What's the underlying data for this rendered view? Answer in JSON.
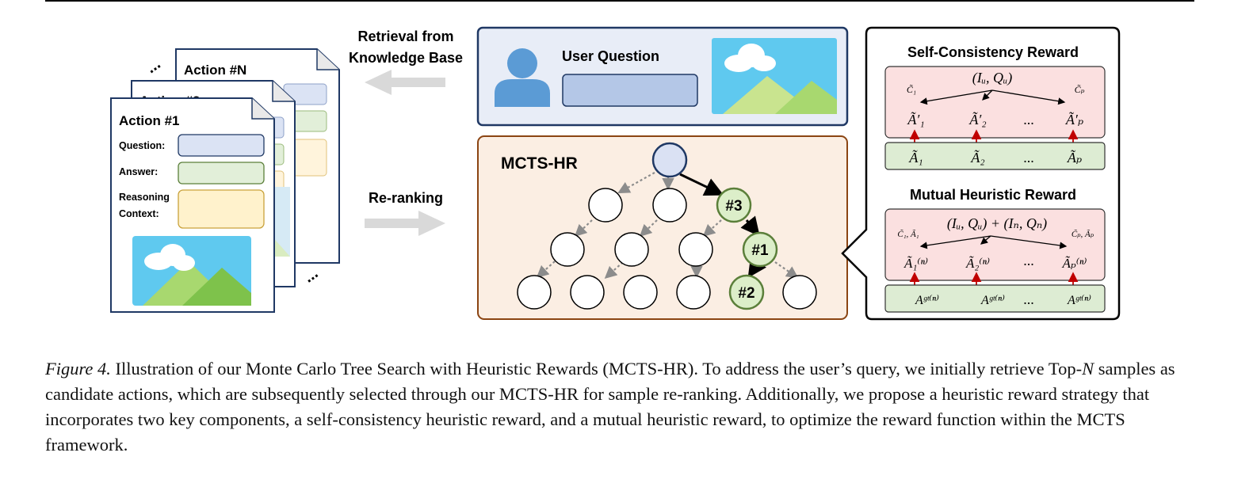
{
  "left_panel": {
    "card_back_title": "Action #N",
    "card_mid_title": "Action #2",
    "card_front_title": "Action #1",
    "question_label": "Question:",
    "answer_label": "Answer:",
    "context_label_1": "Reasoning",
    "context_label_2": "Context:"
  },
  "arrows": {
    "retrieval_line1": "Retrieval from",
    "retrieval_line2": "Knowledge Base",
    "rerank": "Re-ranking"
  },
  "user_question": {
    "label": "User Question"
  },
  "mcts": {
    "title": "MCTS-HR",
    "node_3": "#3",
    "node_1": "#1",
    "node_2": "#2"
  },
  "reward_panel": {
    "sc_title": "Self-Consistency Reward",
    "sc_top": "(Iᵤ, Qᵤ)",
    "sc_c1": "C̃₁",
    "sc_cp": "C̃ₚ",
    "sc_a1p": "Ã′₁",
    "sc_a2p": "Ã′₂",
    "sc_app": "Ã′ₚ",
    "sc_dots": "...",
    "sc_a1": "Ã₁",
    "sc_a2": "Ã₂",
    "sc_ap": "Ãₚ",
    "mh_title": "Mutual Heuristic Reward",
    "mh_top": "(Iᵤ, Qᵤ) + (Iₙ, Qₙ)",
    "mh_left": "C̃₁, Ã₁",
    "mh_right": "C̃ₚ, Ãₚ",
    "mh_a1": "Ã₁⁽ⁿ⁾",
    "mh_a2": "Ã₂⁽ⁿ⁾",
    "mh_ap": "Ãₚ⁽ⁿ⁾",
    "mh_dots": "...",
    "mh_gt1": "Aᵍᵗ⁽ⁿ⁾",
    "mh_gt2": "Aᵍᵗ⁽ⁿ⁾",
    "mh_gt3": "Aᵍᵗ⁽ⁿ⁾"
  },
  "caption": {
    "label": "Figure 4.",
    "text_1": "Illustration of our Monte Carlo Tree Search with Heuristic Rewards (MCTS-HR). To address the user’s query, we initially retrieve Top-",
    "N": "N",
    "text_2": " samples as candidate actions, which are subsequently selected through our MCTS-HR for sample re-ranking. Additionally, we propose a heuristic reward strategy that incorporates two key components, a self-consistency heuristic reward, and a mutual heuristic reward, to optimize the reward function within the MCTS framework."
  },
  "colors": {
    "dark_blue": "#1f3864",
    "light_blue_fill": "#dbe3f4",
    "peach": "#fbe9dd",
    "brown_border": "#8b4513",
    "green_node": "#dceec9",
    "green_border": "#5b7f3a",
    "pink": "#fbe0e0",
    "green_row": "#ddecd3",
    "red_arrow": "#c00000"
  }
}
